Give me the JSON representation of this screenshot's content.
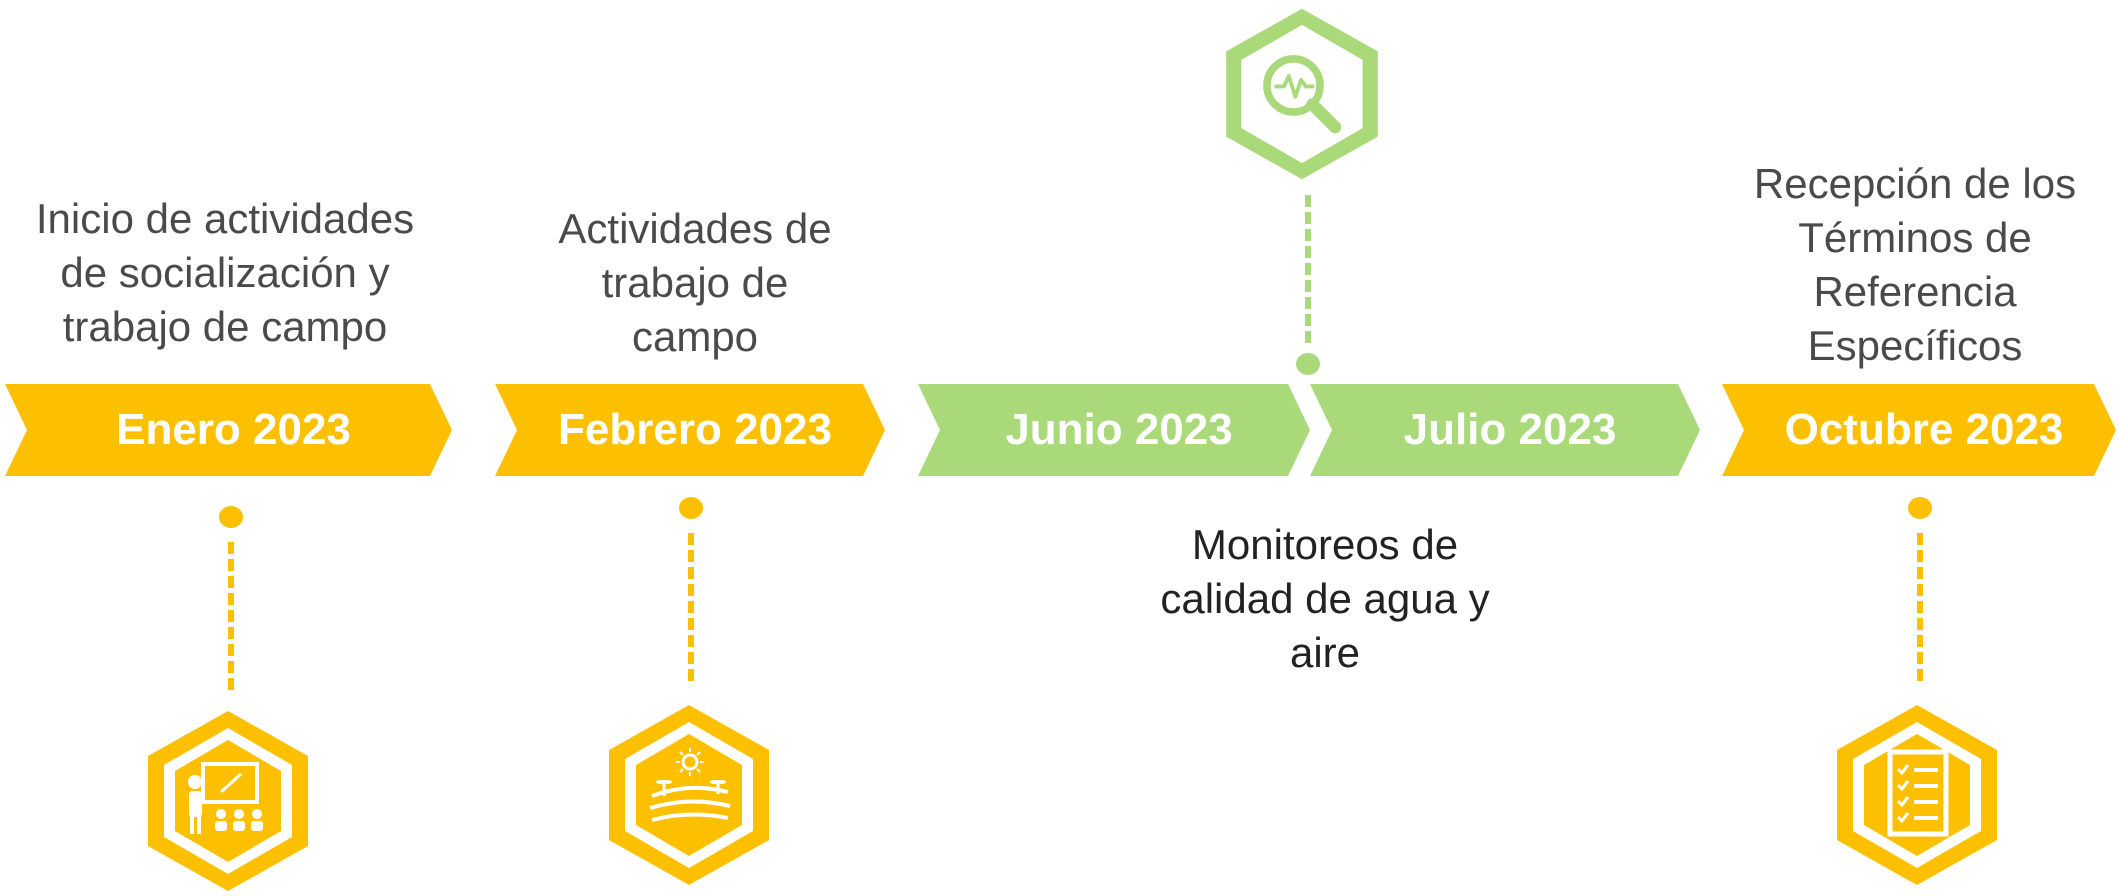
{
  "timeline": {
    "milestones": [
      {
        "id": "enero",
        "label": "Enero 2023",
        "color": "#fdc000",
        "description": [
          "Inicio de actividades",
          "de socialización y",
          "trabajo de campo"
        ],
        "icon": "presentation-teacher-icon"
      },
      {
        "id": "febrero",
        "label": "Febrero 2023",
        "color": "#fdc000",
        "description": [
          "Actividades de",
          "trabajo de",
          "campo"
        ],
        "icon": "field-sun-crops-icon"
      },
      {
        "id": "junio",
        "label": "Junio 2023",
        "color": "#a9d979"
      },
      {
        "id": "julio",
        "label": "Julio 2023",
        "color": "#a9d979"
      },
      {
        "id": "octubre",
        "label": "Octubre 2023",
        "color": "#fdc000",
        "description": [
          "Recepción de los",
          "Términos de",
          "Referencia",
          "Específicos"
        ],
        "icon": "checklist-document-icon"
      }
    ],
    "monitoring": {
      "description": [
        "Monitoreos de",
        "calidad de agua y",
        "aire"
      ],
      "icon": "magnifier-pulse-icon",
      "color": "#a9d979"
    }
  }
}
